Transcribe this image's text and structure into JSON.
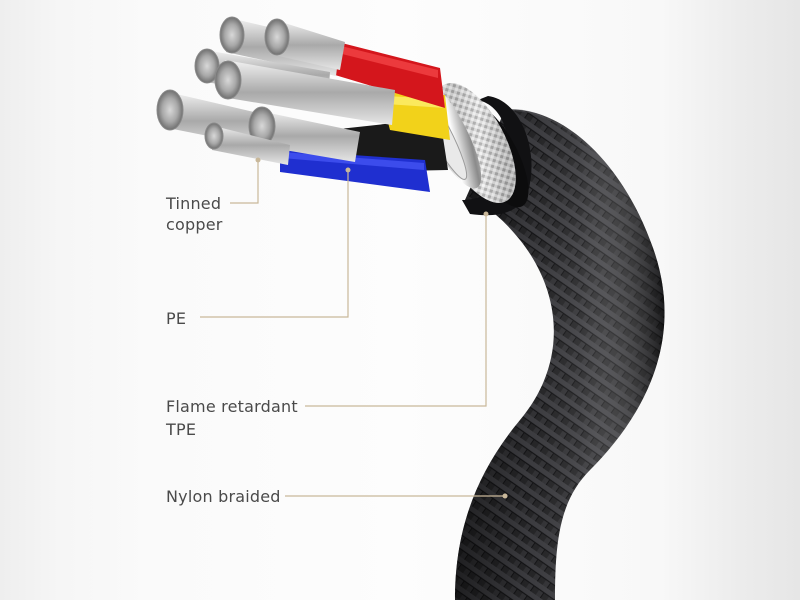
{
  "labels": {
    "tinned_copper_line1": "Tinned",
    "tinned_copper_line2": "copper",
    "pe": "PE",
    "flame_line1": "Flame retardant",
    "flame_line2": "TPE",
    "nylon": "Nylon braided"
  },
  "colors": {
    "leader_line": "#c9b89a",
    "wire_red": "#d4161c",
    "wire_yellow": "#f2d21a",
    "wire_blue": "#1f2fd0",
    "wire_black": "#1a1a1a",
    "braid": "#2a2a2c",
    "connector_metal": "#c8c8c8"
  },
  "icons": {
    "cable": "braided-cable-cross-section"
  }
}
